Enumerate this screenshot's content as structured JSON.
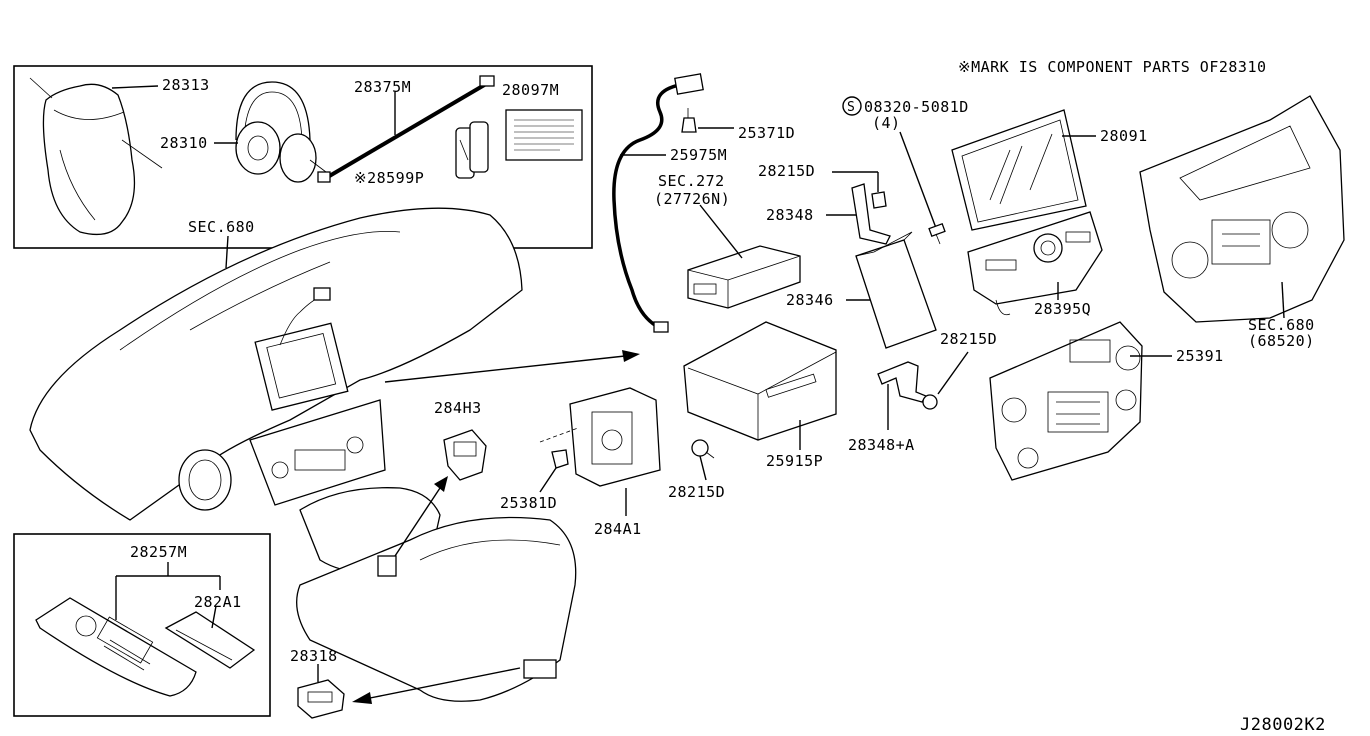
{
  "diagram": {
    "note": "※MARK IS COMPONENT PARTS OF28310",
    "drawing_id": "J28002K2",
    "screw_spec": {
      "symbol": "S",
      "code": "08320-5081D",
      "qty": "(4)"
    },
    "labels": {
      "p28313": "28313",
      "p28310": "28310",
      "p28375M": "28375M",
      "p28097M": "28097M",
      "p28599P": "※28599P",
      "sec680a": "SEC.680",
      "p25975M": "25975M",
      "p25371D": "25371D",
      "sec272": "SEC.272",
      "sec272code": "(27726N)",
      "p28215Da": "28215D",
      "p28348": "28348",
      "p28346": "28346",
      "p28091": "28091",
      "p28395Q": "28395Q",
      "sec680b": "SEC.680",
      "sec680bcode": "(68520)",
      "p28215Db": "28215D",
      "p25391": "25391",
      "p28348A": "28348+A",
      "p25915P": "25915P",
      "p28215Dc": "28215D",
      "p284H3": "284H3",
      "p25381D": "25381D",
      "p284A1": "284A1",
      "p28257M": "28257M",
      "p282A1": "282A1",
      "p28318": "28318"
    }
  }
}
